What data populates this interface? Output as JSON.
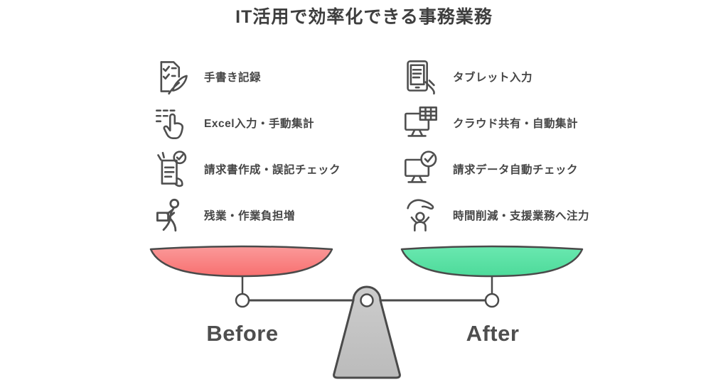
{
  "title": "IT活用で効率化できる事務業務",
  "before": {
    "label": "Before",
    "items": [
      {
        "icon": "handwritten-record-icon",
        "label": "手書き記録"
      },
      {
        "icon": "manual-input-icon",
        "label": "Excel入力・手動集計"
      },
      {
        "icon": "invoice-check-icon",
        "label": "請求書作成・誤記チェック"
      },
      {
        "icon": "workload-icon",
        "label": "残業・作業負担増"
      }
    ]
  },
  "after": {
    "label": "After",
    "items": [
      {
        "icon": "tablet-input-icon",
        "label": "タブレット入力"
      },
      {
        "icon": "cloud-share-icon",
        "label": "クラウド共有・自動集計"
      },
      {
        "icon": "auto-check-icon",
        "label": "請求データ自動チェック"
      },
      {
        "icon": "time-saving-icon",
        "label": "時間削減・支援業務へ注力"
      }
    ]
  },
  "colors": {
    "pan_red_top": "#fa9a9a",
    "pan_red_bottom": "#f87070",
    "pan_green_top": "#6ae8b0",
    "pan_green_bottom": "#4dda9a",
    "fulcrum_top": "#cccccc",
    "fulcrum_bottom": "#bbbbbb",
    "outline": "#4a4a4a"
  }
}
